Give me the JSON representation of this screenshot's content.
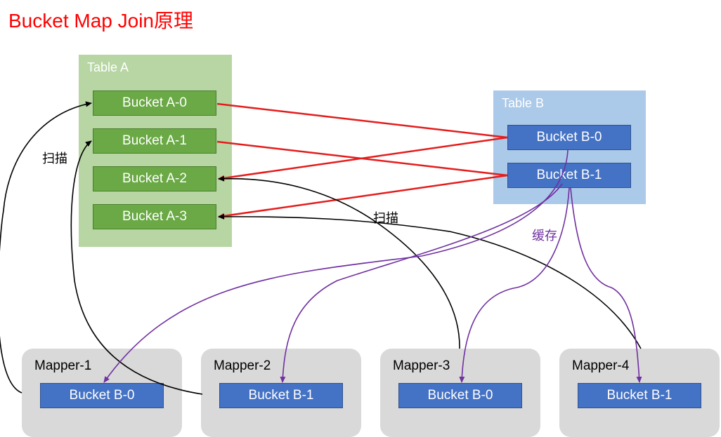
{
  "title": "Bucket Map Join原理",
  "table_a": {
    "label": "Table A",
    "buckets": [
      "Bucket A-0",
      "Bucket A-1",
      "Bucket A-2",
      "Bucket A-3"
    ]
  },
  "table_b": {
    "label": "Table B",
    "buckets": [
      "Bucket B-0",
      "Bucket B-1"
    ]
  },
  "mappers": [
    {
      "label": "Mapper-1",
      "bucket": "Bucket B-0"
    },
    {
      "label": "Mapper-2",
      "bucket": "Bucket B-1"
    },
    {
      "label": "Mapper-3",
      "bucket": "Bucket B-0"
    },
    {
      "label": "Mapper-4",
      "bucket": "Bucket B-1"
    }
  ],
  "notes": {
    "scan_left": "扫描",
    "scan_middle": "扫描",
    "cache": "缓存"
  },
  "colors": {
    "title": "#ff0000",
    "join_line": "#e51c1c",
    "scan_line": "#000000",
    "cache_line": "#7030a0"
  }
}
